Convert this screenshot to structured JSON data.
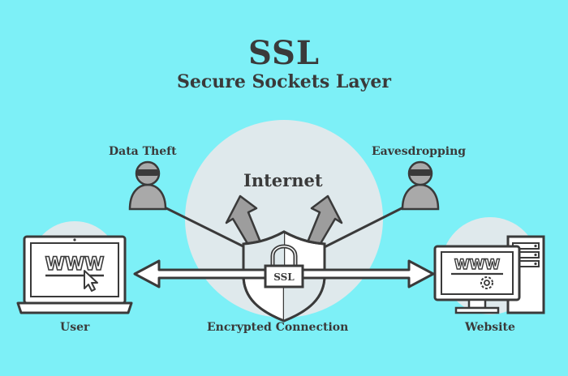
{
  "header": {
    "title": "SSL",
    "subtitle": "Secure Sockets Layer"
  },
  "labels": {
    "internet": "Internet",
    "data_theft": "Data Theft",
    "eavesdropping": "Eavesdropping",
    "user": "User",
    "encrypted_connection": "Encrypted Connection",
    "website": "Website",
    "ssl_badge": "SSL",
    "www_user": "WWW",
    "www_site": "WWW"
  },
  "colors": {
    "background": "#7df0f7",
    "circle": "#dfe9ec",
    "stroke": "#3a3a3a",
    "fill_light": "#ffffff",
    "arrow_grey": "#9d9d9d",
    "figure_grey": "#a9a9a9"
  },
  "icons": [
    "laptop-icon",
    "desktop-icon",
    "server-tower-icon",
    "hacker-icon",
    "padlock-icon",
    "shield-icon",
    "cursor-icon",
    "gear-icon"
  ]
}
